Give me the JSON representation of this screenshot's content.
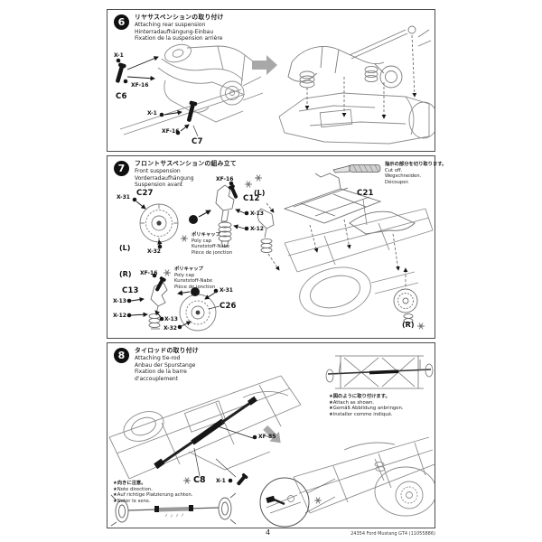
{
  "page": {
    "number": "4",
    "footer": "24354 Ford Mustang GT4 (11055886)"
  },
  "colors": {
    "ink": "#101010",
    "sketch": "#8c8c8c",
    "arrow_gray": "#a8a8a8"
  },
  "steps": [
    {
      "num": "6",
      "title_ja": "リヤサスペンションの取り付け",
      "title_en": "Attaching rear suspension",
      "title_de": "Hinterradaufhängung-Einbau",
      "title_fr": "Fixation de la suspension arrière"
    },
    {
      "num": "7",
      "title_ja": "フロントサスペンションの組み立て",
      "title_en": "Front suspension",
      "title_de": "Vorderradaufhängung",
      "title_fr": "Suspension avant"
    },
    {
      "num": "8",
      "title_ja": "タイロッドの取り付け",
      "title_en": "Attaching tie-rod",
      "title_de": "Anbau der Spurstange",
      "title_fr": "Fixation de la barre d'accouplement"
    }
  ],
  "notes": {
    "cutoff": {
      "ja": "指示の部分を切り取ります。",
      "en": "Cut off.",
      "de": "Wegschneiden.",
      "fr": "Découper."
    },
    "polycap": {
      "ja": "ポリキャップ",
      "en": "Poly cap",
      "de": "Kunststoff-Nabe",
      "fr": "Pièce de jonction"
    },
    "attach": {
      "ja": "★図のように取り付けます。",
      "en": "★Attach as shown.",
      "de": "★Gemäß Abbildung anbringen.",
      "fr": "★Installer comme indiqué."
    },
    "direction": {
      "ja": "★向きに注意。",
      "en": "★Note direction.",
      "de": "★Auf richtige Platzierung achten.",
      "fr": "★Noter le sens."
    }
  },
  "labels": {
    "s6": {
      "x1a": "X-1",
      "xf16a": "XF-16",
      "c6": "C6",
      "x1b": "X-1",
      "xf16b": "XF-16",
      "c7": "C7"
    },
    "s7": {
      "x31a": "X-31",
      "c27": "C27",
      "xf16a": "XF-16",
      "c12": "C12",
      "x13a": "X-13",
      "x12a": "X-12",
      "l1": "(L)",
      "x32a": "X-32",
      "r1": "(R)",
      "xf16b": "XF-16",
      "c13": "C13",
      "x13b": "X-13",
      "x12b": "X-12",
      "x13c": "X-13",
      "x32b": "X-32",
      "c26": "C26",
      "x31b": "X-31",
      "l2": "(L)",
      "c21": "C21",
      "r2": "(R)"
    },
    "s8": {
      "xf85": "XF-85",
      "c8": "C8",
      "x1": "X-1"
    }
  }
}
